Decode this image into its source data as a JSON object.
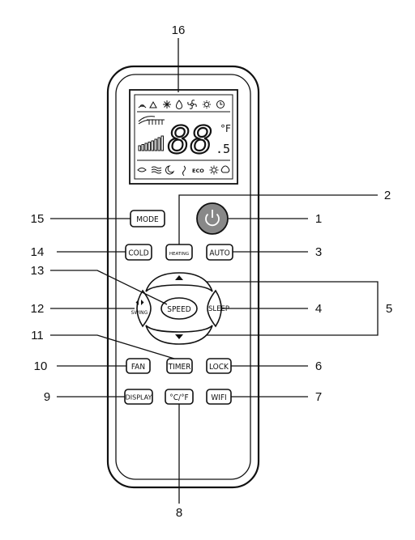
{
  "buttons": {
    "mode": "MODE",
    "cold": "COLD",
    "heating": "HEATING",
    "auto": "AUTO",
    "speed": "SPEED",
    "swing": "SWING",
    "sleep": "SLEEP",
    "fan": "FAN",
    "timer": "TIMER",
    "lock": "LOCK",
    "display": "DISPLAY",
    "celsius_fahrenheit": "°C/°F",
    "wifi": "WIFI"
  },
  "callouts": {
    "c1": "1",
    "c2": "2",
    "c3": "3",
    "c4": "4",
    "c5": "5",
    "c6": "6",
    "c7": "7",
    "c8": "8",
    "c9": "9",
    "c10": "10",
    "c11": "11",
    "c12": "12",
    "c13": "13",
    "c14": "14",
    "c15": "15",
    "c16": "16"
  },
  "lcd": {
    "temperature": "88",
    "decimal": ".5",
    "unit": "°F",
    "eco_label": "ECO",
    "icons_top": [
      "wifi-icon",
      "recycle-icon",
      "snowflake-icon",
      "drop-icon",
      "fan-icon",
      "sun-icon",
      "clock-icon"
    ],
    "icons_bottom": [
      "leaf-icon",
      "wind-icon",
      "sleep-icon",
      "person-icon",
      "eco-icon",
      "gear-icon",
      "lock-icon"
    ]
  }
}
